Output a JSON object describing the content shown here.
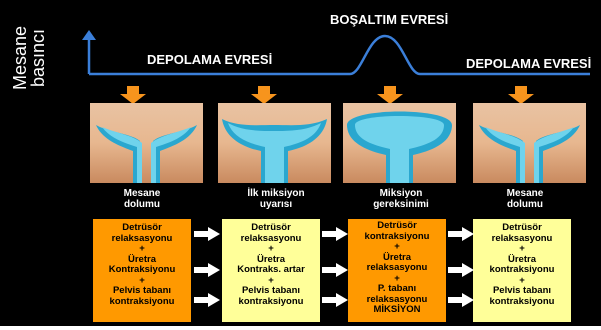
{
  "y_axis": {
    "label_line1": "Mesane",
    "label_line2": "basıncı"
  },
  "phases": {
    "storage_left": "DEPOLAMA EVRESİ",
    "voiding": "BOŞALTIM EVRESİ",
    "storage_right": "DEPOLAMA EVRESİ"
  },
  "stages": [
    {
      "label_line1": "Mesane",
      "label_line2": "dolumu"
    },
    {
      "label_line1": "İlk miksiyon",
      "label_line2": "uyarısı"
    },
    {
      "label_line1": "Miksiyon",
      "label_line2": "gereksinimi"
    },
    {
      "label_line1": "Mesane",
      "label_line2": "dolumu"
    }
  ],
  "boxes": [
    {
      "lines": [
        "Detrüsör",
        "relaksasyonu",
        "+",
        "Üretra",
        "Kontraksiyonu",
        "+",
        "Pelvis tabanı",
        "kontraksiyonu"
      ]
    },
    {
      "lines": [
        "Detrüsör",
        "relaksasyonu",
        "+",
        "Üretra",
        "Kontraks. artar",
        "+",
        "Pelvis tabanı",
        "kontraksiyonu"
      ]
    },
    {
      "lines": [
        "Detrüsör",
        "kontraksiyonu",
        "+",
        "Üretra",
        "relaksasyonu",
        "+",
        "P. tabanı",
        "relaksasyonu",
        "MİKSİYON"
      ]
    },
    {
      "lines": [
        "Detrüsör",
        "relaksasyonu",
        "+",
        "Üretra",
        "kontraksiyonu",
        "+",
        "Pelvis tabanı",
        "kontraksiyonu"
      ]
    }
  ],
  "colors": {
    "background": "#000000",
    "curve": "#3b7fd9",
    "arrow_orange": "#f7941d",
    "box_yellow": "#ffff99",
    "box_orange": "#ff9900",
    "bladder_blue": "#56c3e0"
  },
  "icons": {
    "down_arrow": "orange-down-arrow-icon",
    "right_arrow": "white-right-arrow-icon",
    "up_arrow": "blue-up-arrow-icon"
  }
}
